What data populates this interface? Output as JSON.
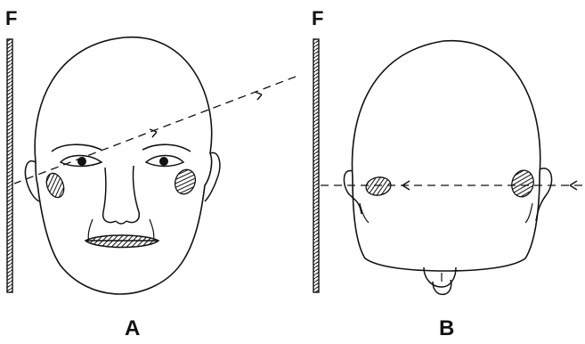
{
  "panels": [
    {
      "id": "A",
      "film_label": "F",
      "panel_label": "A",
      "view": "frontal"
    },
    {
      "id": "B",
      "film_label": "F",
      "panel_label": "B",
      "view": "posterior"
    }
  ],
  "colors": {
    "ink": "#111111",
    "paper": "#ffffff"
  },
  "icons": [
    "film-plate",
    "xray-beam-arrow",
    "head-outline"
  ]
}
